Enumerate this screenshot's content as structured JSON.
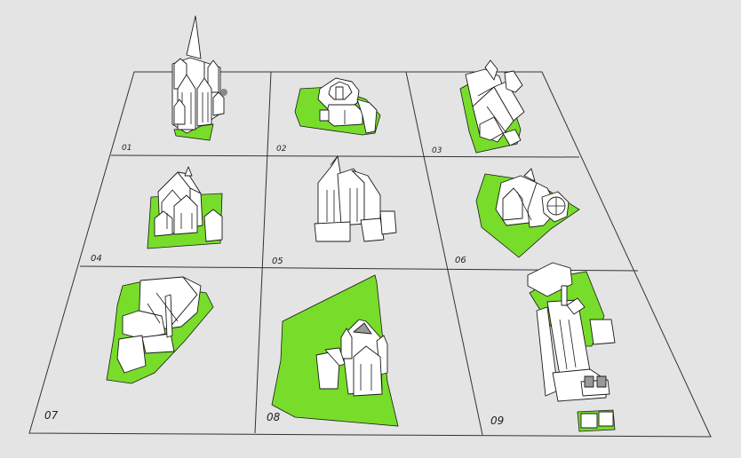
{
  "colors": {
    "background": "#e4e4e4",
    "ground": "#e4e4e4",
    "site_green": "#77dd2a",
    "building": "#ffffff",
    "outline": "#1a1a1a"
  },
  "cells": [
    {
      "label": "01",
      "model": "church-with-tall-spire"
    },
    {
      "label": "02",
      "model": "octagonal-church"
    },
    {
      "label": "03",
      "model": "steep-roof-chapel"
    },
    {
      "label": "04",
      "model": "gabled-church"
    },
    {
      "label": "05",
      "model": "church-with-spire"
    },
    {
      "label": "06",
      "model": "church-with-rotunda"
    },
    {
      "label": "07",
      "model": "modern-church"
    },
    {
      "label": "08",
      "model": "church-on-large-site"
    },
    {
      "label": "09",
      "model": "long-basilica"
    }
  ]
}
